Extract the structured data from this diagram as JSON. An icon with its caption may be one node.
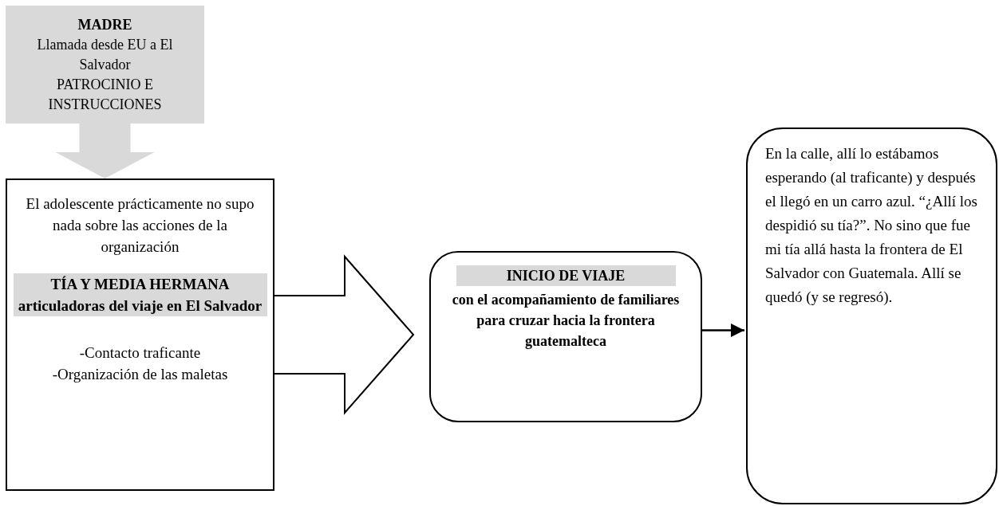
{
  "diagram": {
    "nodes": [
      {
        "text": [
          "MADRE",
          "Llamada desde EU a El Salvador",
          "PATROCINIO E INSTRUCCIONES"
        ]
      },
      {
        "text": [
          "El adolescente prácticamente no supo nada sobre las acciones de la organización",
          "-Contacto traficante",
          "-Organización de las maletas"
        ]
      },
      {
        "text": [
          "TÍA Y MEDIA HERMANA articuladoras del viaje en El Salvador"
        ],
        "in": 1
      },
      {
        "text": [
          "con el acompañamiento de familiares para cruzar hacia la frontera guatemalteca"
        ]
      },
      {
        "text": [
          "INICIO DE VIAJE"
        ],
        "in": 3
      },
      {
        "text": [
          "En la calle, allí lo estábamos esperando (al traficante) y después el llegó en un carro azul. “¿Allí los despidió su tía?”. No sino que fue mi tía allá hasta la frontera de El Salvador con Guatemala. Allí se quedó (y se regresó)."
        ]
      }
    ],
    "edges": [
      {
        "from": 0,
        "to": 1,
        "arrow": "to",
        "style": "thick",
        "color": "#d9d9d9"
      },
      {
        "from": 1,
        "to": 3,
        "arrow": "to",
        "style": "thick"
      },
      {
        "from": 3,
        "to": 5,
        "arrow": "to"
      }
    ]
  }
}
